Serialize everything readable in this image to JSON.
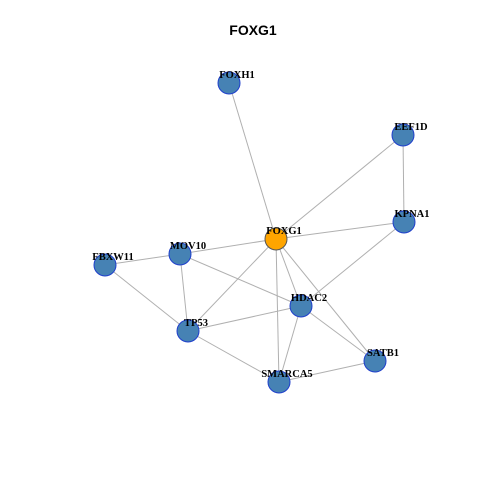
{
  "title": "FOXG1",
  "colors": {
    "center_fill": "#FFA500",
    "center_stroke": "#555555",
    "node_fill": "#4682B4",
    "node_stroke": "#1F3FCC",
    "edge": "#B0B0B0",
    "label": "#000000",
    "title": "#000000"
  },
  "nodes": [
    {
      "id": "FOXG1",
      "label": "FOXG1",
      "center": true
    },
    {
      "id": "FOXH1",
      "label": "FOXH1"
    },
    {
      "id": "EEF1D",
      "label": "EEF1D"
    },
    {
      "id": "KPNA1",
      "label": "KPNA1"
    },
    {
      "id": "MOV10",
      "label": "MOV10"
    },
    {
      "id": "FBXW11",
      "label": "FBXW11"
    },
    {
      "id": "HDAC2",
      "label": "HDAC2"
    },
    {
      "id": "TP53",
      "label": "TP53"
    },
    {
      "id": "SATB1",
      "label": "SATB1"
    },
    {
      "id": "SMARCA5",
      "label": "SMARCA5"
    }
  ],
  "edges": [
    [
      "FOXG1",
      "FOXH1"
    ],
    [
      "FOXG1",
      "EEF1D"
    ],
    [
      "FOXG1",
      "KPNA1"
    ],
    [
      "FOXG1",
      "MOV10"
    ],
    [
      "FOXG1",
      "HDAC2"
    ],
    [
      "FOXG1",
      "TP53"
    ],
    [
      "FOXG1",
      "SATB1"
    ],
    [
      "FOXG1",
      "SMARCA5"
    ],
    [
      "EEF1D",
      "KPNA1"
    ],
    [
      "KPNA1",
      "HDAC2"
    ],
    [
      "MOV10",
      "FBXW11"
    ],
    [
      "MOV10",
      "TP53"
    ],
    [
      "MOV10",
      "HDAC2"
    ],
    [
      "FBXW11",
      "TP53"
    ],
    [
      "TP53",
      "HDAC2"
    ],
    [
      "TP53",
      "SMARCA5"
    ],
    [
      "HDAC2",
      "SMARCA5"
    ],
    [
      "HDAC2",
      "SATB1"
    ],
    [
      "SMARCA5",
      "SATB1"
    ]
  ]
}
